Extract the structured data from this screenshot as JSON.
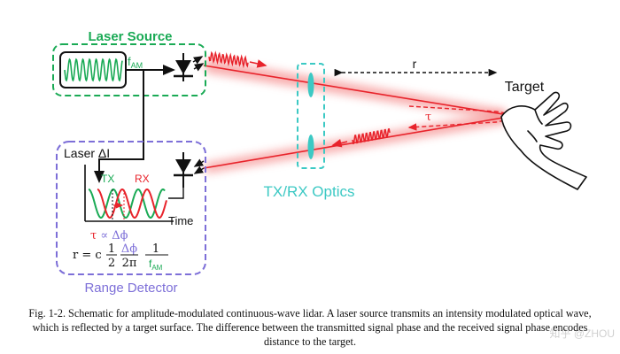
{
  "labels": {
    "laser_source": "Laser Source",
    "f_am": "f",
    "f_am_sub": "AM",
    "target": "Target",
    "range_r": "r",
    "tau": "τ",
    "txrx_optics": "TX/RX Optics",
    "range_detector": "Range Detector",
    "laser_delta_i": "Laser ΔI",
    "tx": "TX",
    "rx": "RX",
    "time": "Time",
    "tau_prop_tau": "τ",
    "tau_prop_rest": " ∝ Δϕ",
    "formula_r": "r = c",
    "frac_1_top": "1",
    "frac_1_bot": "2",
    "frac_dphi_top": "Δϕ",
    "frac_dphi_bot": "2π",
    "frac_f_top": "1",
    "frac_f_bot": "f",
    "frac_f_bot_sub": "AM"
  },
  "caption": {
    "text": "Fig. 1-2.  Schematic for amplitude-modulated continuous-wave lidar. A laser source transmits an intensity modulated optical wave, which is reflected by a target surface. The difference between the transmitted signal phase and the received signal phase encodes distance to the target."
  },
  "watermark": "知乎 @ZHOU",
  "colors": {
    "green": "#1aaa55",
    "red": "#e8232b",
    "purple": "#7d6fd8",
    "teal": "#3cc9c4",
    "dark": "#111111"
  }
}
